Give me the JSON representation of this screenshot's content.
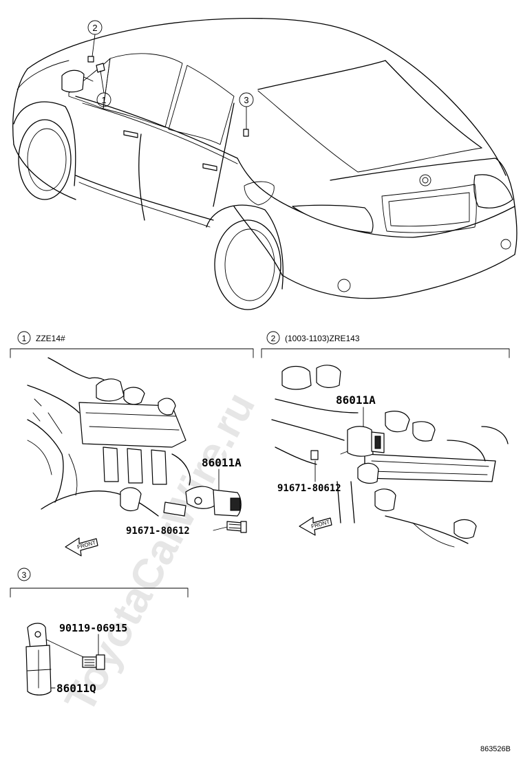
{
  "callouts": {
    "c1": "1",
    "c2": "2",
    "c3": "3"
  },
  "sections": {
    "s1": {
      "num": "1",
      "title": "ZZE14#"
    },
    "s2": {
      "num": "2",
      "title": "(1003-1103)ZRE143"
    },
    "s3": {
      "num": "3",
      "title": ""
    }
  },
  "parts": {
    "s1_sensor": "86011A",
    "s1_bolt": "91671-80612",
    "s2_sensor": "86011A",
    "s2_bolt": "91671-80612",
    "s3_bolt": "90119-06915",
    "s3_sensor": "86011Q"
  },
  "front_label_1": "FRONT",
  "front_label_2": "FRONT",
  "diagram_code": "863526B",
  "watermark": "ToyotaCarWire.ru"
}
